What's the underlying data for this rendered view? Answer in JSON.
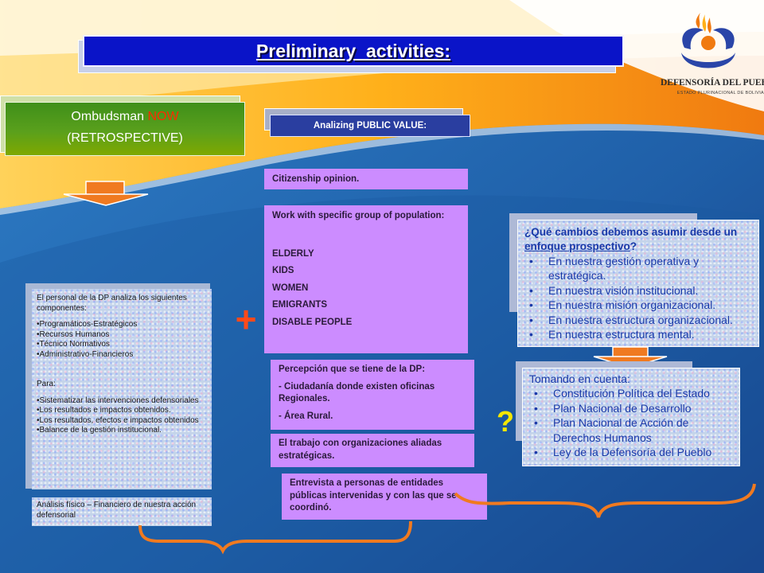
{
  "title": "Preliminary  activities:",
  "ombudsman": {
    "label": "Ombudsman ",
    "now": "NOW",
    "subtitle": "(RETROSPECTIVE)"
  },
  "analyzing": {
    "label": "Analizing PUBLIC VALUE:"
  },
  "citizenship": {
    "label": "Citizenship opinion."
  },
  "work_group": {
    "heading": "Work with specific group of population:",
    "items": [
      "ELDERLY",
      "KIDS",
      "WOMEN",
      "EMIGRANTS",
      "DISABLE PEOPLE"
    ]
  },
  "percepcion": {
    "heading": "Percepción que se tiene de la DP:",
    "item1": "- Ciudadanía donde existen oficinas Regionales.",
    "item2": "- Área Rural."
  },
  "trabajo": {
    "label": "El trabajo con organizaciones aliadas estratégicas."
  },
  "entrevista": {
    "label": "Entrevista a personas de entidades públicas intervenidas y con las que se coordinó."
  },
  "left_panel": {
    "intro": "El personal de la DP analiza los siguientes componentes:",
    "components": [
      "Programáticos-Estratégicos",
      "Recursos Humanos",
      "Técnico Normativos",
      "Administrativo-Financieros"
    ],
    "para_label": "Para:",
    "purposes": [
      "Sistematizar las intervenciones defensoriales",
      "Los resultados e impactos obtenidos.",
      "Los resultados, efectos e impactos obtenidos",
      "Balance de la gestión institucional."
    ]
  },
  "analisis": {
    "label": "Análisis físico – Financiero de nuestra acción defensorial"
  },
  "plus_symbol": "+",
  "question_symbol": "?",
  "que_cambios": {
    "heading_a": "¿Qué cambios debemos asumir desde un ",
    "heading_u": "enfoque prospectivo",
    "heading_b": "?",
    "items": [
      "En nuestra gestión operativa y estratégica.",
      "En nuestra visión institucional.",
      "En nuestra misión organizacional.",
      "En nuestra estructura organizacional.",
      "En nuestra estructura mental."
    ]
  },
  "tomando": {
    "heading": "Tomando en cuenta:",
    "items": [
      "Constitución Política del Estado",
      "Plan Nacional de Desarrollo",
      "Plan Nacional de Acción de Derechos Humanos",
      "Ley de la Defensoría del Pueblo"
    ]
  },
  "logo": {
    "name": "DEFENSORÍA DEL PUEBLO",
    "subtitle": "ESTADO PLURINACIONAL DE BOLIVIA"
  },
  "colors": {
    "title_bar": "#0a14c8",
    "violet_box": "#cc8cff",
    "green_box": "#4a9a1a",
    "orange_accent": "#f07a20",
    "question_mark": "#f4e600",
    "plus_sign": "#ff4a1a"
  }
}
